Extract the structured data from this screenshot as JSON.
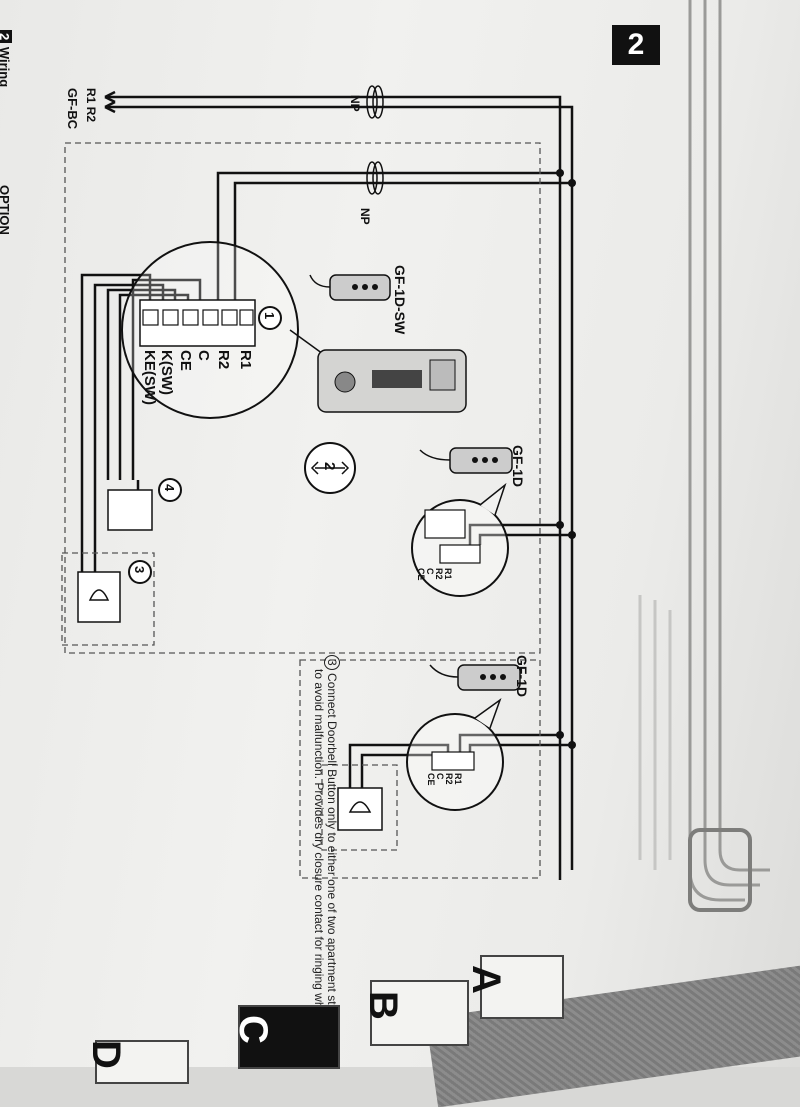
{
  "step_number": "2",
  "header": {
    "section_number": "2",
    "section_title": "Wiring",
    "option_label": "OPTION"
  },
  "master_station": {
    "model": "GF-BC",
    "terminals": [
      "R1",
      "R2"
    ]
  },
  "np_labels": [
    "NP",
    "NP"
  ],
  "apartment_a": {
    "main_unit": "GF-1D-SW",
    "sub_unit": "GF-1D",
    "sw_terminals": [
      "R1",
      "R2",
      "C",
      "CE",
      "K(SW)",
      "KE(SW)"
    ],
    "sub_terminals": [
      "R1",
      "R2",
      "C",
      "CE"
    ],
    "callouts": [
      "1",
      "2",
      "3",
      "4"
    ]
  },
  "apartment_b": {
    "sub_unit": "GF-1D",
    "sub_terminals": [
      "R1",
      "R2",
      "C",
      "CE"
    ]
  },
  "note": {
    "number": "3",
    "line1": "Connect Doorbell Button only to either one of two apartment stations",
    "line2": "to avoid malfunction. Provides dry closure contact for ringing while"
  },
  "tabs": [
    "A",
    "B",
    "C",
    "D"
  ],
  "colors": {
    "ink": "#111111",
    "paper": "#eeeeec",
    "dashed": "#555555"
  }
}
